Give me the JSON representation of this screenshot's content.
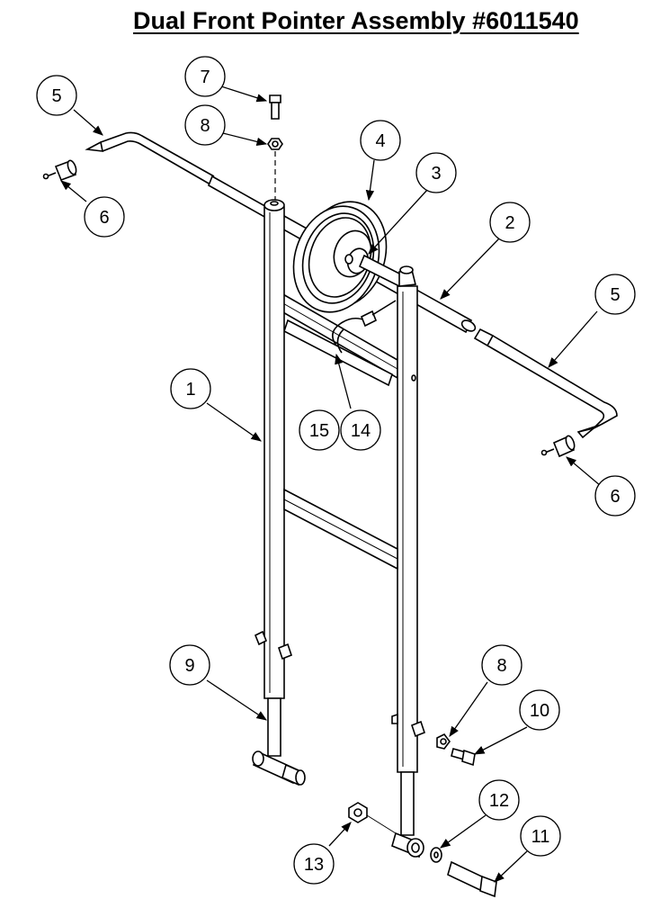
{
  "title": "Dual Front Pointer Assembly #6011540",
  "callouts": [
    {
      "id": "c1",
      "label": "1"
    },
    {
      "id": "c2",
      "label": "2"
    },
    {
      "id": "c3",
      "label": "3"
    },
    {
      "id": "c4",
      "label": "4"
    },
    {
      "id": "c5a",
      "label": "5"
    },
    {
      "id": "c5b",
      "label": "5"
    },
    {
      "id": "c6a",
      "label": "6"
    },
    {
      "id": "c6b",
      "label": "6"
    },
    {
      "id": "c7",
      "label": "7"
    },
    {
      "id": "c8a",
      "label": "8"
    },
    {
      "id": "c8b",
      "label": "8"
    },
    {
      "id": "c9",
      "label": "9"
    },
    {
      "id": "c10",
      "label": "10"
    },
    {
      "id": "c11",
      "label": "11"
    },
    {
      "id": "c12",
      "label": "12"
    },
    {
      "id": "c13",
      "label": "13"
    },
    {
      "id": "c14",
      "label": "14"
    },
    {
      "id": "c15",
      "label": "15"
    }
  ]
}
